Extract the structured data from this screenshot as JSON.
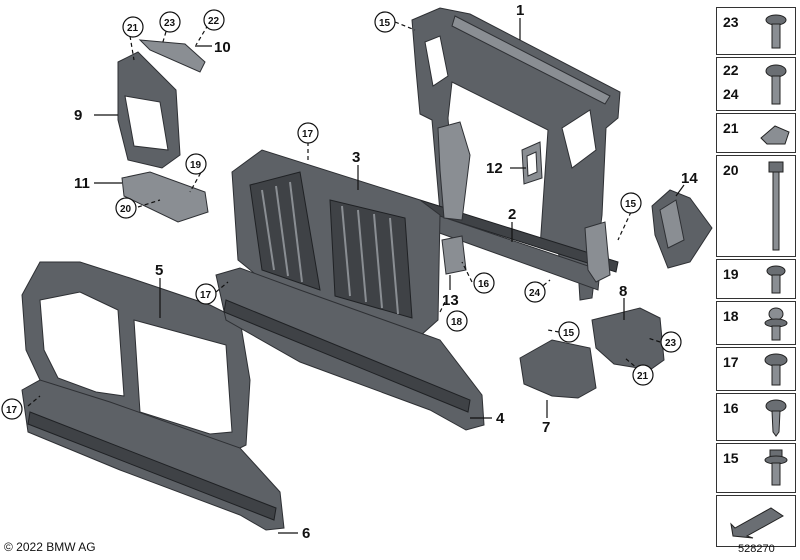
{
  "callouts": {
    "c1": "1",
    "c2": "2",
    "c3": "3",
    "c4": "4",
    "c5": "5",
    "c6": "6",
    "c7": "7",
    "c8": "8",
    "c9": "9",
    "c10": "10",
    "c11": "11",
    "c12": "12",
    "c13": "13",
    "c14": "14",
    "c15a": "15",
    "c15b": "15",
    "c15c": "15",
    "c16": "16",
    "c17a": "17",
    "c17b": "17",
    "c17c": "17",
    "c18": "18",
    "c19": "19",
    "c20": "20",
    "c21a": "21",
    "c21b": "21",
    "c22": "22",
    "c23a": "23",
    "c23b": "23",
    "c24": "24"
  },
  "sidebar": {
    "items": [
      {
        "label": "23",
        "icon": "screw-icon"
      },
      {
        "label": "22",
        "label2": "24",
        "icon": "screw-icon"
      },
      {
        "label": "21",
        "icon": "clip-nut-icon"
      },
      {
        "label": "20",
        "icon": "long-bolt-icon"
      },
      {
        "label": "19",
        "icon": "screw-icon"
      },
      {
        "label": "18",
        "icon": "expansion-rivet-icon"
      },
      {
        "label": "17",
        "icon": "screw-icon"
      },
      {
        "label": "16",
        "icon": "screw-icon"
      },
      {
        "label": "15",
        "icon": "screw-icon"
      },
      {
        "label": "",
        "icon": "arrow-icon"
      }
    ]
  },
  "footer": {
    "copyright": "© 2022 BMW AG",
    "document_number": "528270"
  }
}
